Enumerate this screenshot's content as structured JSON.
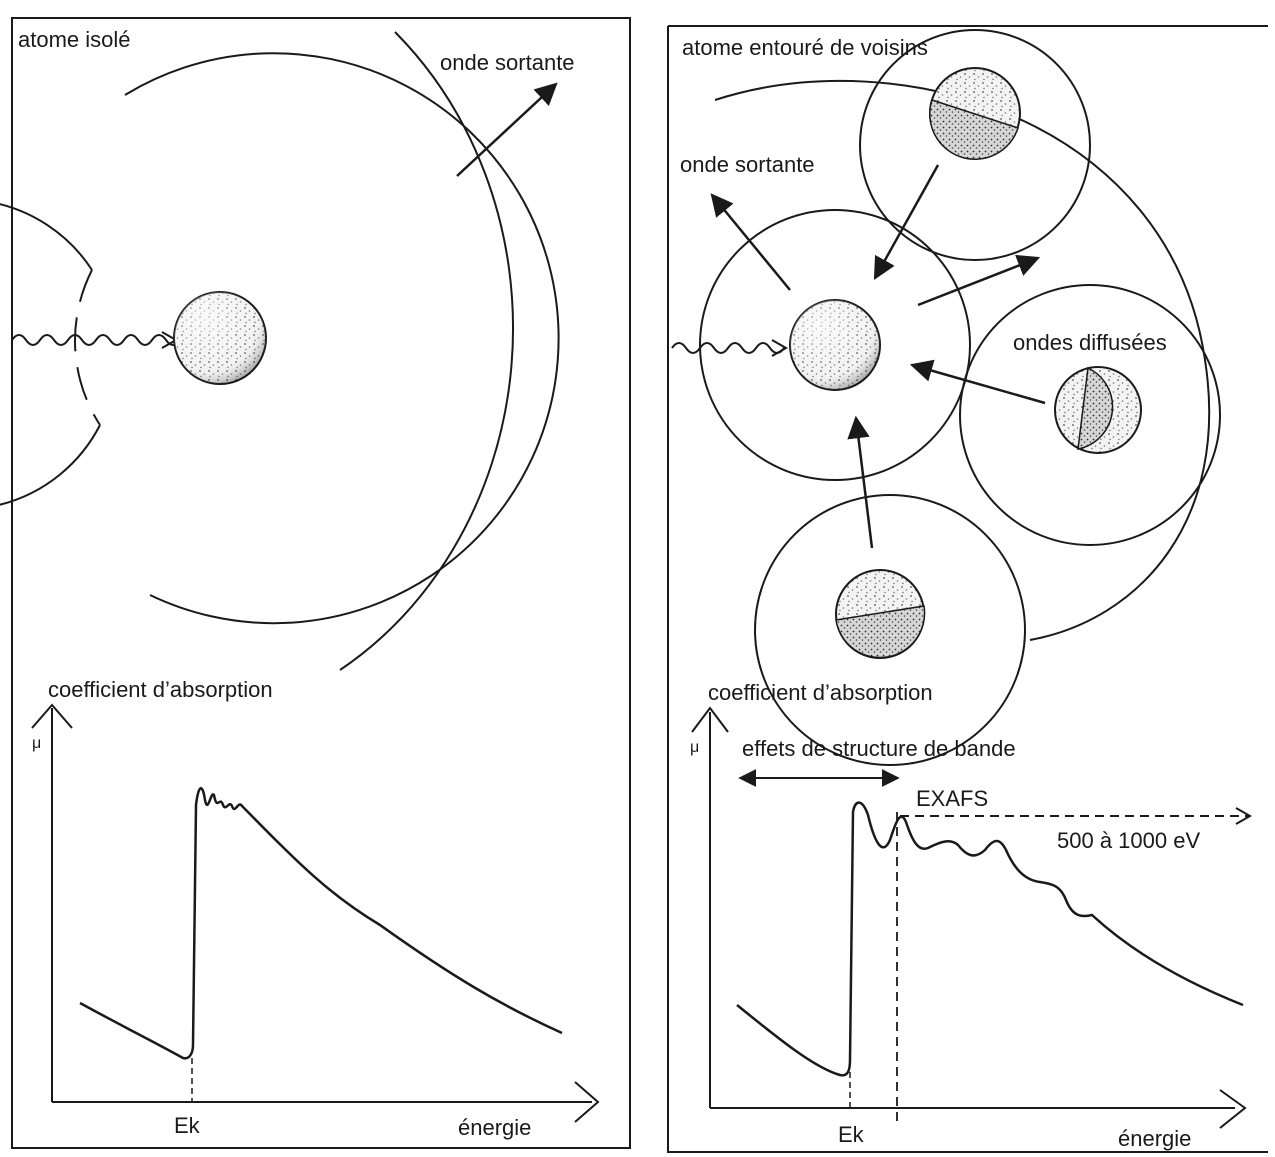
{
  "left_panel": {
    "title": "atome isolé",
    "wave_label": "onde sortante",
    "absorption_label": "coefficient d’absorption",
    "y_symbol": "μ",
    "edge_label": "Ek",
    "x_label": "énergie"
  },
  "right_panel": {
    "title": "atome entouré de voisins",
    "wave_label": "onde sortante",
    "scattered_label": "ondes diffusées",
    "absorption_label": "coefficient d’absorption",
    "y_symbol": "μ",
    "band_label": "effets de structure de bande",
    "exafs_label": "EXAFS",
    "range_label": "500 à 1000 eV",
    "edge_label": "Ek",
    "x_label": "énergie"
  },
  "colors": {
    "ink": "#1a1a1a",
    "background": "#ffffff"
  }
}
